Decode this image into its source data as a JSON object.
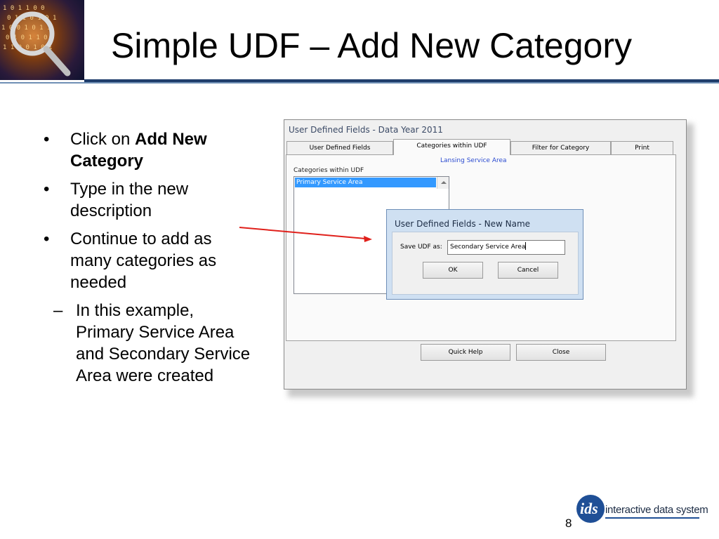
{
  "slide": {
    "title": "Simple UDF – Add New Category",
    "page_number": "8"
  },
  "bullets": [
    {
      "prefix": "Click on ",
      "bold": "Add New Category"
    },
    {
      "text": "Type in the new description"
    },
    {
      "text": "Continue to add as many categories as needed"
    }
  ],
  "sub_bullet": "In this example, Primary Service Area and Secondary Service Area were created",
  "window": {
    "title": "User Defined Fields - Data Year 2011",
    "tabs": [
      "User Defined Fields",
      "Categories within UDF",
      "Filter for Category",
      "Print"
    ],
    "area_label": "Lansing Service Area",
    "list_label": "Categories within UDF",
    "list_items": [
      "Primary Service Area"
    ],
    "quick_help_label": "Quick Help",
    "close_label": "Close"
  },
  "dialog": {
    "title": "User Defined Fields - New Name",
    "field_label": "Save UDF as:",
    "field_value": "Secondary Service Area",
    "ok_label": "OK",
    "cancel_label": "Cancel"
  },
  "logo": {
    "short": "ids",
    "name": "interactive data system"
  },
  "colors": {
    "header_rule": "#1f3d6b",
    "arrow": "#e0201b",
    "selection": "#3399ff",
    "logo_blue": "#1f4f96"
  }
}
